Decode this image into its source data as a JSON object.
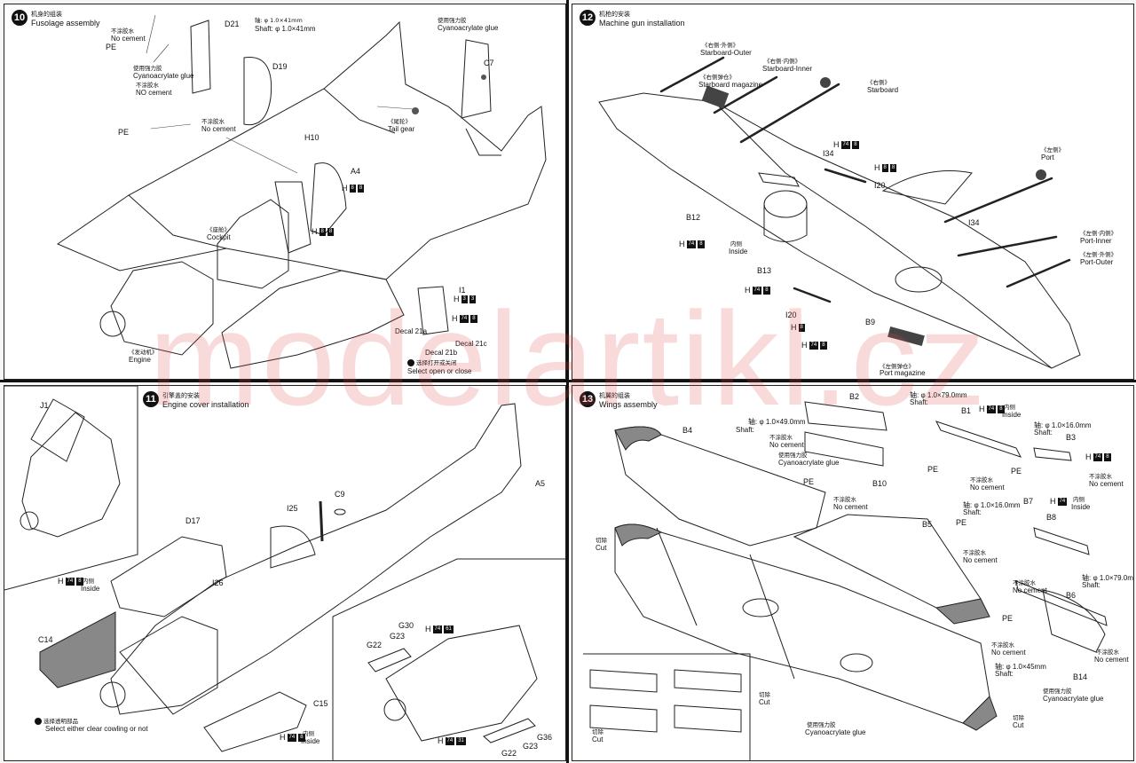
{
  "watermark": "modelartikl.cz",
  "s10": {
    "num": "10",
    "cn": "机身的组装",
    "en": "Fusolage assembly",
    "pe1": "PE",
    "pe2": "PE",
    "nocem_cn": "不涂胶水",
    "nocem": "No cement",
    "cyano_cn": "使用强力胶",
    "cyano": "Cyanoacrylate glue",
    "nocem2": "NO cement",
    "nocem3": "No cement",
    "shaft": "Shaft: φ 1.0×41mm",
    "shaft_cn": "轴: φ 1.0×41mm",
    "d21": "D21",
    "d19": "D19",
    "c7": "C7",
    "tail_cn": "《尾轮》",
    "tail": "Tail gear",
    "h10": "H10",
    "a4": "A4",
    "i1": "I1",
    "cockpit_cn": "《座舱》",
    "cockpit": "Cockpit",
    "engine_cn": "《发动机》",
    "engine": "Engine",
    "decal21a": "Decal 21a",
    "decal21b": "Decal 21b",
    "decal21c": "Decal 21c",
    "select": "Select open or close",
    "select_cn": "选择打开或关闭",
    "h1": "H",
    "h2": "H",
    "h3": "H",
    "h4": "H"
  },
  "s11": {
    "num": "11",
    "cn": "引擎盖的安装",
    "en": "Engine cover installation",
    "j1": "J1",
    "d17": "D17",
    "c14": "C14",
    "inside": "Inside",
    "inside_cn": "内侧",
    "i25": "I25",
    "c9": "C9",
    "a5": "A5",
    "i26": "I26",
    "g30": "G30",
    "g22": "G22",
    "g23": "G23",
    "g36": "G36",
    "c15": "C15",
    "select_cn": "选择透明部品",
    "select": "Select either clear cowling or not",
    "h1": "H",
    "h2": "H",
    "h3": "H",
    "h4": "H",
    "h5": "H"
  },
  "s12": {
    "num": "12",
    "cn": "机枪的安装",
    "en": "Machine gun installation",
    "so_cn": "《右侧·外侧》",
    "so": "Starboard-Outer",
    "si_cn": "《右侧·内侧》",
    "si": "Starboard-Inner",
    "sm_cn": "《右侧弹仓》",
    "sm": "Starboard magazine",
    "sb_cn": "《右侧》",
    "sb": "Starboard",
    "port_cn": "《左侧》",
    "port": "Port",
    "pi_cn": "《左侧·内侧》",
    "pi": "Port-Inner",
    "po_cn": "《左侧·外侧》",
    "po": "Port-Outer",
    "pm_cn": "《左侧弹仓》",
    "pm": "Port magazine",
    "i34a": "I34",
    "i34b": "I34",
    "i20a": "I20",
    "i20b": "I20",
    "b12": "B12",
    "b13": "B13",
    "b9": "B9",
    "inside": "Inside",
    "inside_cn": "内侧",
    "h": "H"
  },
  "s13": {
    "num": "13",
    "cn": "机翼的组装",
    "en": "Wings assembly",
    "b2": "B2",
    "b4": "B4",
    "b1": "B1",
    "b3": "B3",
    "b5": "B5",
    "b6": "B6",
    "b7": "B7",
    "b8": "B8",
    "b10": "B10",
    "b14": "B14",
    "shaft49": "φ 1.0×49.0mm",
    "shaft49_cn": "轴:",
    "shaft79": "轴: φ 1.0×79.0mm",
    "shaft16": "轴: φ 1.0×16.0mm",
    "shaft16b": "轴: φ 1.0×16.0mm",
    "shaft79b": "轴: φ 1.0×79.0mm",
    "shaft45": "轴: φ 1.0×45mm",
    "shaft": "Shaft:",
    "nocem_cn": "不涂胶水",
    "nocem": "No cement",
    "cyano_cn": "使用强力胶",
    "cyano": "Cyanoacrylate glue",
    "pe": "PE",
    "cut_cn": "切除",
    "cut": "Cut",
    "inside": "Inside",
    "inside_cn": "内侧",
    "h": "H"
  }
}
